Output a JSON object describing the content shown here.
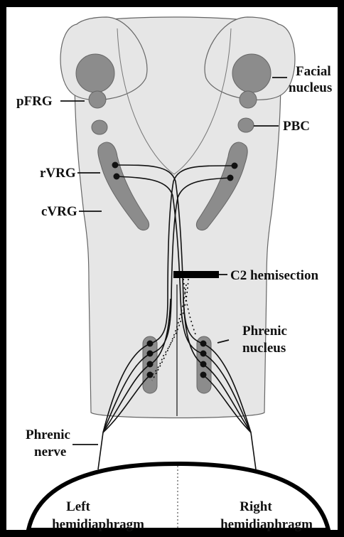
{
  "labels": {
    "facial_nucleus_line1": "Facial",
    "facial_nucleus_line2": "nucleus",
    "pfrg": "pFRG",
    "pbc": "PBC",
    "rvrg": "rVRG",
    "cvrg": "cVRG",
    "c2_hemisection": "C2 hemisection",
    "phrenic_nucleus_line1": "Phrenic",
    "phrenic_nucleus_line2": "nucleus",
    "phrenic_nerve_line1": "Phrenic",
    "phrenic_nerve_line2": "nerve",
    "left_hemidiaphragm_line1": "Left",
    "left_hemidiaphragm_line2": "hemidiaphragm",
    "right_hemidiaphragm_line1": "Right",
    "right_hemidiaphragm_line2": "hemidiaphragm"
  },
  "colors": {
    "frame": "#000000",
    "background": "#ffffff",
    "tissue": "#e6e6e6",
    "nuclei": "#8c8c8c",
    "lines": "#111111"
  }
}
